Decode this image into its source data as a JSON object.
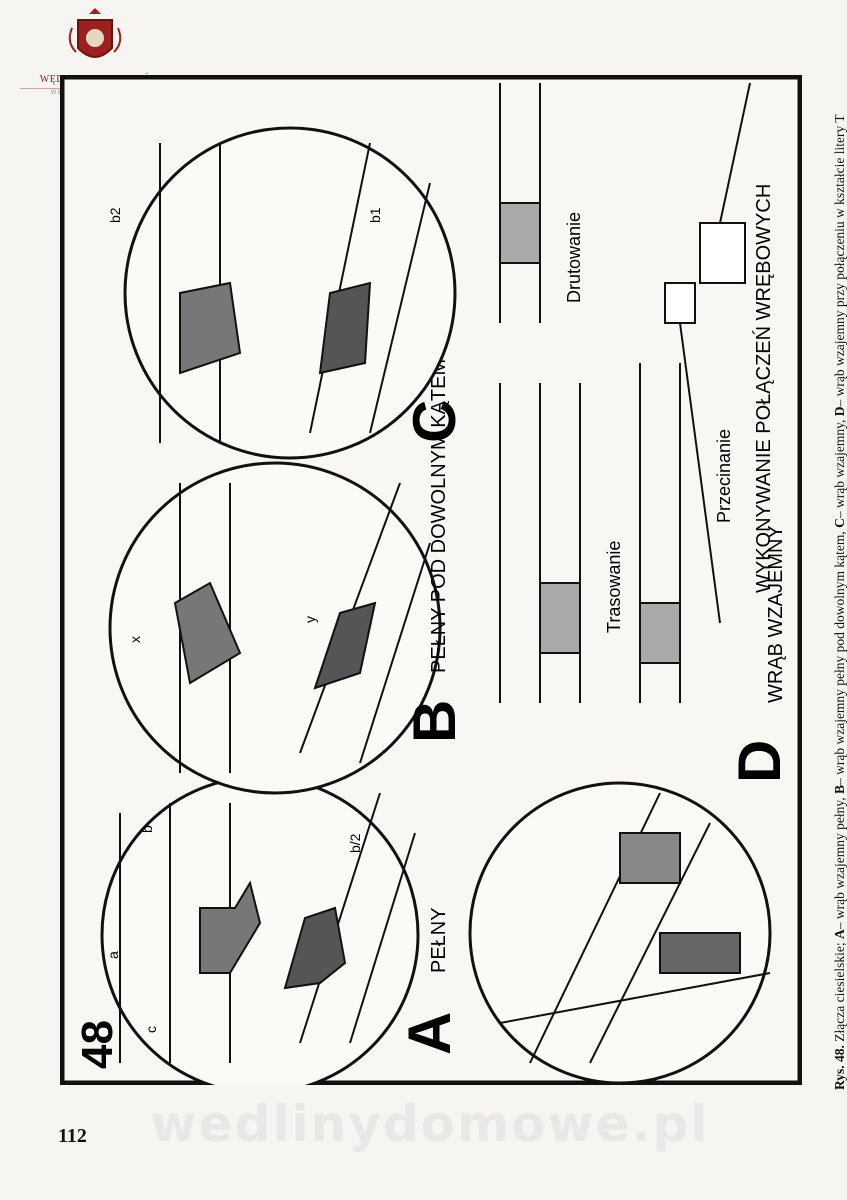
{
  "brand": {
    "title": "WĘDZARNICZA BRAĆ",
    "subtitle": "WEDLINYDOMOWE.PL"
  },
  "plate": {
    "number": "48",
    "header_left": "WRĄB WZAJEMNY",
    "sections": {
      "A": {
        "letter": "A",
        "label": "PEŁNY"
      },
      "B": {
        "letter": "B",
        "label": "PEŁNY POD DOWOLNYM KĄTEM"
      },
      "C": {
        "letter": "C"
      },
      "D": {
        "letter": "D",
        "label": "WYKONYWANIE POŁĄCZEŃ WRĘBOWYCH"
      }
    },
    "steps": {
      "marking": "Trasowanie",
      "cutting": "Przecinanie",
      "drilling": "Drutowanie"
    },
    "dims": {
      "a": "a",
      "b": "b",
      "b_half": "b/2",
      "c": "c",
      "x": "x",
      "y": "y",
      "b1": "b1",
      "b2": "b2"
    }
  },
  "caption": {
    "fig_label": "Rys. 48.",
    "title": "Złącza ciesielskie;",
    "A_letter": "A",
    "A_text": "– wrąb wzajemny pełny,",
    "B_letter": "B",
    "B_text": "– wrąb wzajemny pełny pod dowolnym kątem,",
    "C_letter": "C",
    "C_text": "– wrąb wzajemny,",
    "D_letter": "D",
    "D_text": "– wrąb wzajemny przy połączeniu w kształcie litery T"
  },
  "page_number": "112",
  "watermark": "wedlinydomowe.pl"
}
